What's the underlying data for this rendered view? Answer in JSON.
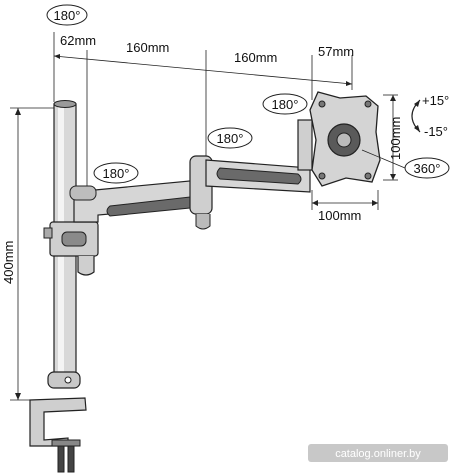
{
  "dimensions": {
    "top_rotation": "180°",
    "pole_offset": "62mm",
    "arm1_length": "160mm",
    "arm2_length": "160mm",
    "vesa_offset": "57mm",
    "pole_height": "400mm",
    "vesa_width": "100mm",
    "vesa_height": "100mm"
  },
  "rotations": {
    "joint1": "180°",
    "joint2": "180°",
    "joint3": "180°",
    "tilt_up": "+15°",
    "tilt_down": "-15°",
    "rotate": "360°"
  },
  "watermark": "catalog.onliner.by"
}
